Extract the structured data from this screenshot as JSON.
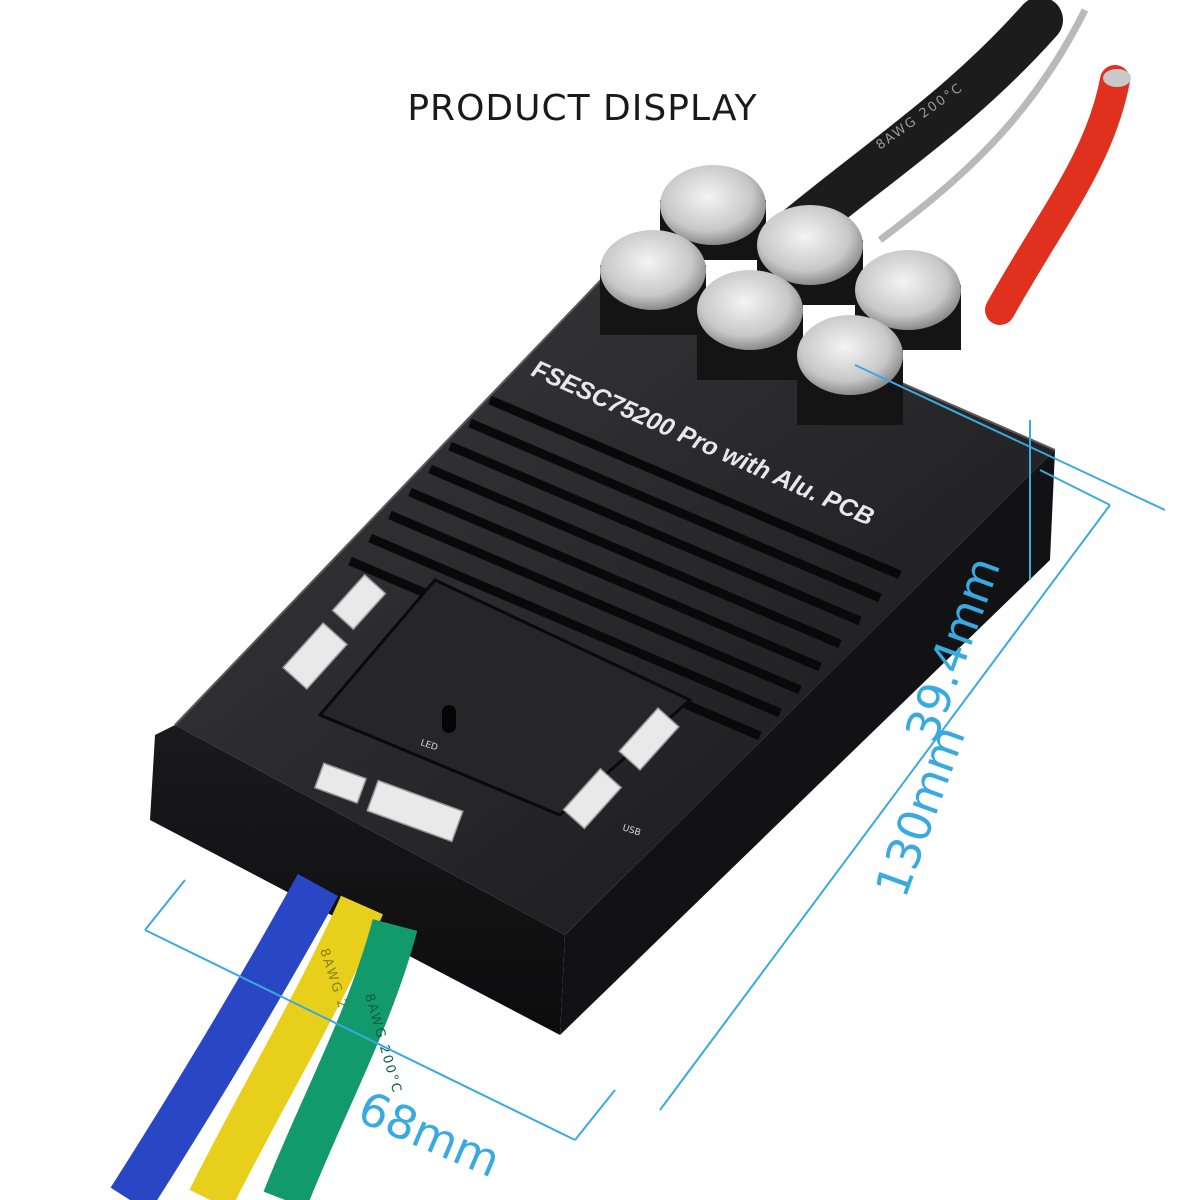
{
  "header": {
    "title": "PRODUCT DISPLAY"
  },
  "device": {
    "model_label": "FSESC75200 Pro with Alu. PCB"
  },
  "ports": {
    "led": "LED",
    "usb": "USB"
  },
  "dimensions": {
    "height": "39.4mm",
    "length": "130mm",
    "width": "68mm",
    "line_color": "#39a9e1"
  },
  "wires": {
    "black_print": "8AWG 200°C",
    "phase_print": "8AWG 200°C",
    "colors": {
      "black": "#1c1c1c",
      "red": "#e0311f",
      "blue": "#2946c4",
      "yellow": "#e8cf1b",
      "green": "#139a6c"
    }
  }
}
